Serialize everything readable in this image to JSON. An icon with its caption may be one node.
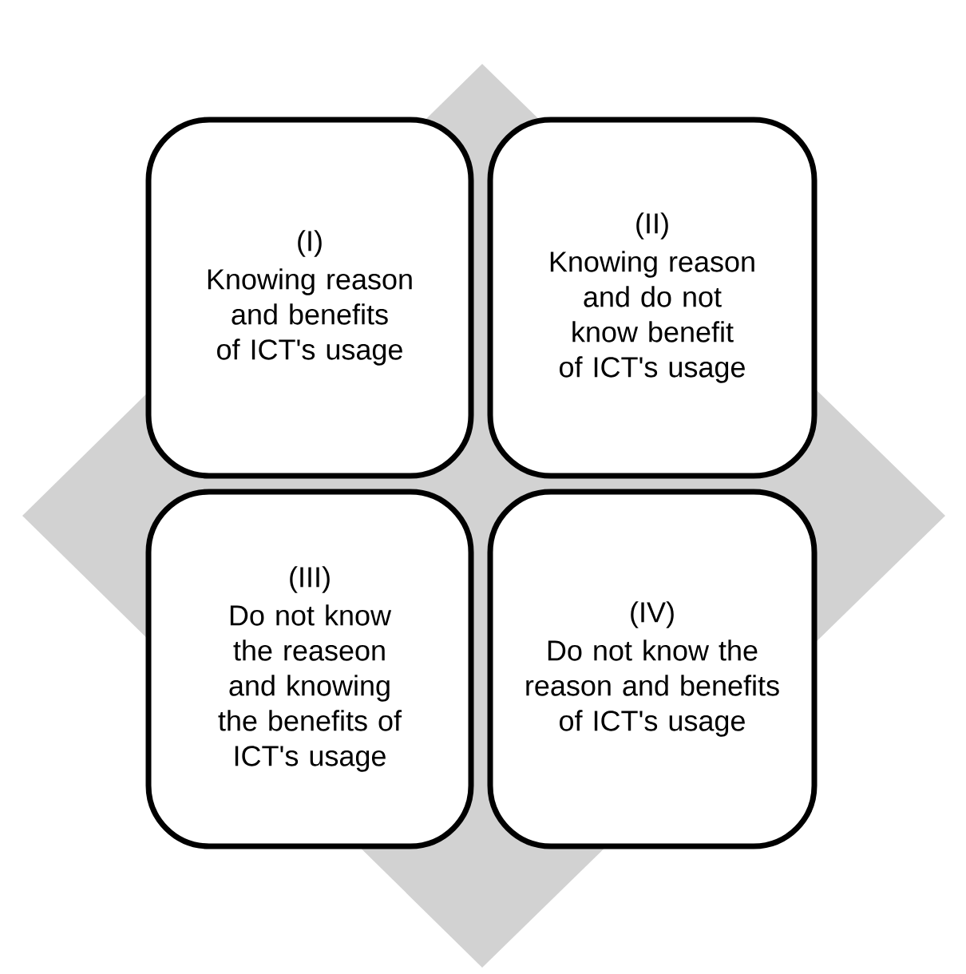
{
  "diagram": {
    "nodes": [
      {
        "text": [
          "(I)",
          "Knowing reason and benefits of ICT's usage"
        ]
      },
      {
        "text": [
          "(II)",
          "Knowing reason and do not know benefit of ICT's usage"
        ]
      },
      {
        "text": [
          "(III)",
          "Do not know the reaseon and knowing the benefits of ICT's usage"
        ]
      },
      {
        "text": [
          "(IV)",
          "Do not know the reason and benefits of ICT's usage"
        ]
      }
    ]
  }
}
